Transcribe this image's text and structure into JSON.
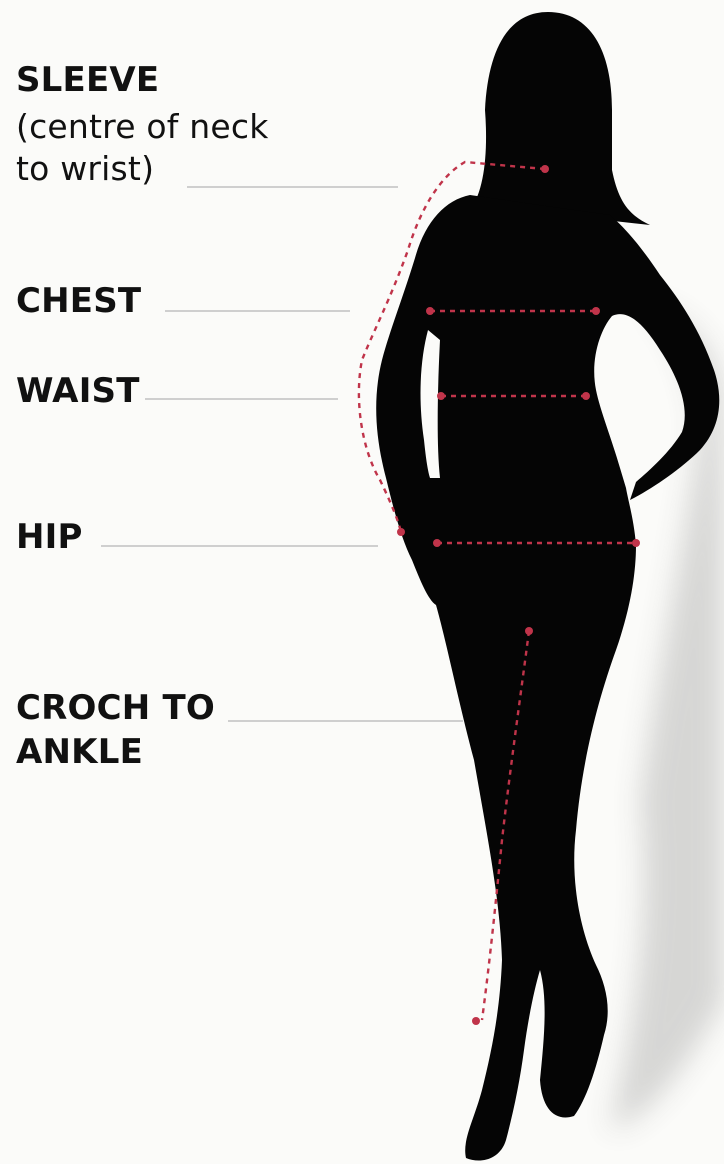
{
  "labels": {
    "sleeve": {
      "title": "SLEEVE",
      "line1": "(centre of neck",
      "line2": "to wrist)"
    },
    "chest": "CHEST",
    "waist": "WAIST",
    "hip": "HIP",
    "crotch": {
      "line1": "CROCH TO",
      "line2": "ANKLE"
    }
  },
  "colors": {
    "background": "#fbfbf9",
    "silhouette": "#050505",
    "measure_line": "#c0344a",
    "leader_line": "#cfcfcf",
    "text": "#111111"
  }
}
